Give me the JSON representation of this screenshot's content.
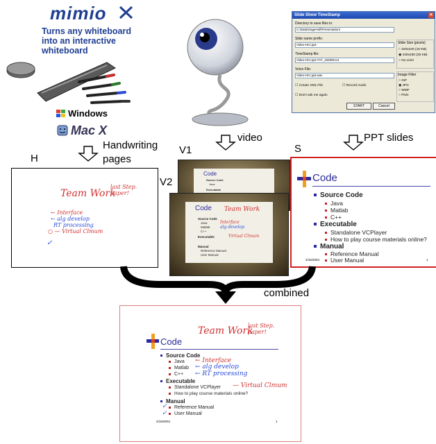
{
  "mimio": {
    "logo": "mimio",
    "tagline": "Turns any whiteboard into an interactive whiteboard",
    "windows": "Windows",
    "mac": "Mac X"
  },
  "dialog": {
    "title": "Slide Show TimeStamp",
    "dir_label": "Directory to save files in:",
    "dir_value": "C:\\Data\\GageHoll\\Presentation\\",
    "prefix_label": "Slide name prefix:",
    "prefix_value": "Video-HCI.ppt-",
    "timestamp_label": "TimeStamp file:",
    "timestamp_value": "Video-HCI.ppt-TAT_192905.txt",
    "voice_label": "Voice File:",
    "voice_value": "Video-HCI.ppt.wav",
    "create_xml": "Create XML File",
    "record_audio": "Record Audio",
    "dont_ask": "Don't ask me again",
    "start": "START",
    "cancel": "Cancel",
    "size_group": "Slide Size (pixels)",
    "size_opts": [
      "320x240 (15 KB)",
      "440x330 (25 KB)",
      "No Limit"
    ],
    "filter_group": "Image Filter",
    "filter_opts": [
      "GIF",
      "JPG",
      "WMF",
      "PNG"
    ]
  },
  "labels": {
    "video": "video",
    "ppt": "PPT slides",
    "handwriting": "Handwriting pages",
    "h": "H",
    "v1": "V1",
    "v2": "V2",
    "s": "S",
    "combined": "combined"
  },
  "slide": {
    "title": "Code",
    "b1": "Source Code",
    "b1_items": [
      "Java",
      "Matlab",
      "C++"
    ],
    "b2": "Executable",
    "b2_items": [
      "Standalone VCPlayer",
      "How to play course materials online?"
    ],
    "b3": "Manual",
    "b3_items": [
      "Reference Manual",
      "User Manual"
    ],
    "date": "2/16/2004",
    "page": "1"
  },
  "ink": {
    "title": "Team Work",
    "note": "last Step. paper!",
    "interface": "Interface",
    "alg": "alg develop",
    "rt": "RT processing",
    "virtual": "Virtual Clmum"
  },
  "colors": {
    "slide_border": "#d02020",
    "ink_red": "#d03030",
    "ink_blue": "#2a4ad8",
    "slide_title": "#2a2a9a"
  }
}
